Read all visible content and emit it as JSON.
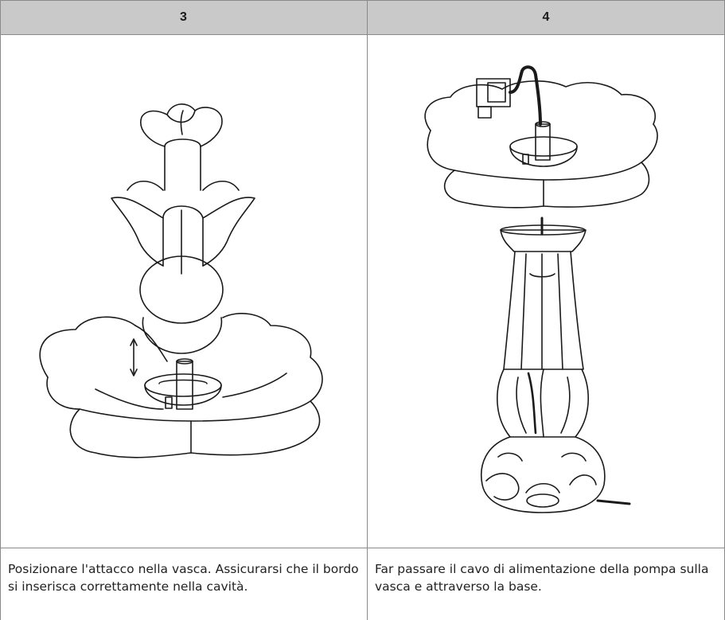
{
  "columns": [
    {
      "step_number": "3",
      "illustration": "fountain-connector-in-basin",
      "instruction": "Posizionare l'attacco nella vasca. Assicurarsi che il bordo si inserisca correttamente nella cavità."
    },
    {
      "step_number": "4",
      "illustration": "pump-cable-through-base",
      "instruction": "Far passare il cavo di alimentazione della pompa sulla vasca e attraverso la base."
    }
  ],
  "colors": {
    "header_bg": "#c9c9c9",
    "border": "#8a8a8a",
    "line_art": "#1a1a1a"
  }
}
